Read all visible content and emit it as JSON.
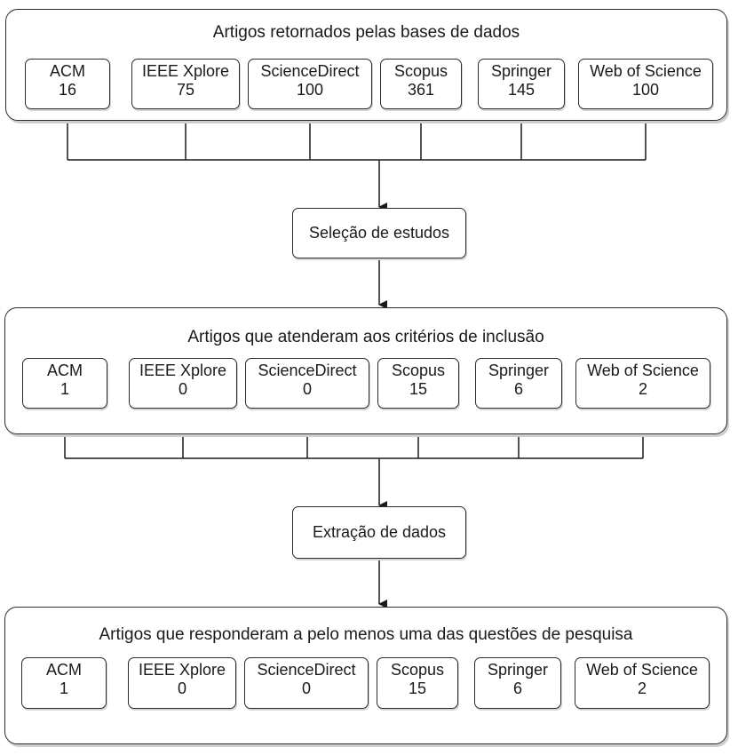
{
  "groups": [
    {
      "title": "Artigos retornados pelas bases de dados",
      "databases": [
        {
          "name": "ACM",
          "count": "16"
        },
        {
          "name": "IEEE Xplore",
          "count": "75"
        },
        {
          "name": "ScienceDirect",
          "count": "100"
        },
        {
          "name": "Scopus",
          "count": "361"
        },
        {
          "name": "Springer",
          "count": "145"
        },
        {
          "name": "Web of Science",
          "count": "100"
        }
      ]
    },
    {
      "title": "Artigos que atenderam aos critérios de inclusão",
      "databases": [
        {
          "name": "ACM",
          "count": "1"
        },
        {
          "name": "IEEE Xplore",
          "count": "0"
        },
        {
          "name": "ScienceDirect",
          "count": "0"
        },
        {
          "name": "Scopus",
          "count": "15"
        },
        {
          "name": "Springer",
          "count": "6"
        },
        {
          "name": "Web of Science",
          "count": "2"
        }
      ]
    },
    {
      "title": "Artigos que responderam a pelo menos uma das questões de pesquisa",
      "databases": [
        {
          "name": "ACM",
          "count": "1"
        },
        {
          "name": "IEEE Xplore",
          "count": "0"
        },
        {
          "name": "ScienceDirect",
          "count": "0"
        },
        {
          "name": "Scopus",
          "count": "15"
        },
        {
          "name": "Springer",
          "count": "6"
        },
        {
          "name": "Web of Science",
          "count": "2"
        }
      ]
    }
  ],
  "steps": {
    "selection": "Seleção de estudos",
    "extraction": "Extração de dados"
  }
}
